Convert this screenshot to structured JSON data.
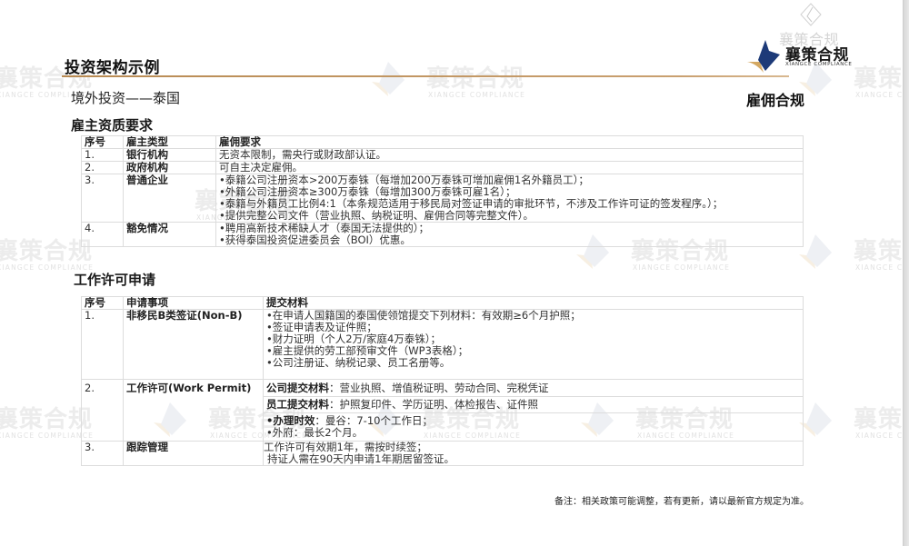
{
  "header": {
    "title": "投资架构示例",
    "subtitle": "境外投资——泰国",
    "right_tag": "雇佣合规",
    "logo": {
      "name": "襄策合规",
      "sub": "XIANGCE COMPLIANCE"
    },
    "watermark": {
      "name": "襄策合规",
      "sub": "XIANGCE COMPLIANCE"
    },
    "accent_line_color": "#b88a52"
  },
  "employer_section": {
    "heading": "雇主资质要求",
    "columns": [
      "序号",
      "雇主类型",
      "雇佣要求"
    ],
    "rows": [
      {
        "no": "1.",
        "type": "银行机构",
        "lines": [
          "无资本限制，需央行或财政部认证。"
        ]
      },
      {
        "no": "2.",
        "type": "政府机构",
        "lines": [
          "可自主决定雇佣。"
        ]
      },
      {
        "no": "3.",
        "type": "普通企业",
        "lines": [
          "•泰籍公司注册资本>200万泰铢（每增加200万泰铢可增加雇佣1名外籍员工）；",
          "•外籍公司注册资本≥300万泰铢（每增加300万泰铢可雇1名）；",
          "•泰籍与外籍员工比例4:1（本条规范适用于移民局对签证申请的审批环节，不涉及工作许可证的签发程序。）；",
          "•提供完整公司文件（营业执照、纳税证明、雇佣合同等完整文件）。"
        ]
      },
      {
        "no": "4.",
        "type": "豁免情况",
        "lines": [
          "•聘用高新技术稀缺人才（泰国无法提供的）；",
          "•获得泰国投资促进委员会（BOI）优惠。"
        ]
      }
    ]
  },
  "permit_section": {
    "heading": "工作许可申请",
    "columns": [
      "序号",
      "申请事项",
      "提交材料"
    ],
    "rows": [
      {
        "no": "1.",
        "item": "非移民B类签证(Non-B)",
        "lines": [
          "•在申请人国籍国的泰国使领馆提交下列材料：有效期≥6个月护照；",
          "•签证申请表及证件照；",
          "•财力证明（个人2万/家庭4万泰铢）；",
          "•雇主提供的劳工部预审文件（WP3表格）；",
          "•公司注册证、纳税记录、员工名册等。"
        ]
      },
      {
        "no": "2.",
        "item": "工作许可(Work Permit)",
        "company_label": "公司提交材料",
        "company_text": "：营业执照、增值税证明、劳动合同、完税凭证",
        "employee_label": "员工提交材料",
        "employee_text": "：护照复印件、学历证明、体检报告、证件照",
        "time_label": "•办理时效",
        "time_text": "：曼谷：7-10个工作日；",
        "province_text": "•外府：最长2个月。"
      },
      {
        "no": "3.",
        "item": "跟踪管理",
        "lines": [
          "工作许可有效期1年，需按时续签；",
          "持证人需在90天内申请1年期居留签证。"
        ]
      }
    ]
  },
  "footer": {
    "note": "备注：相关政策可能调整，若有更新，请以最新官方规定为准。"
  }
}
